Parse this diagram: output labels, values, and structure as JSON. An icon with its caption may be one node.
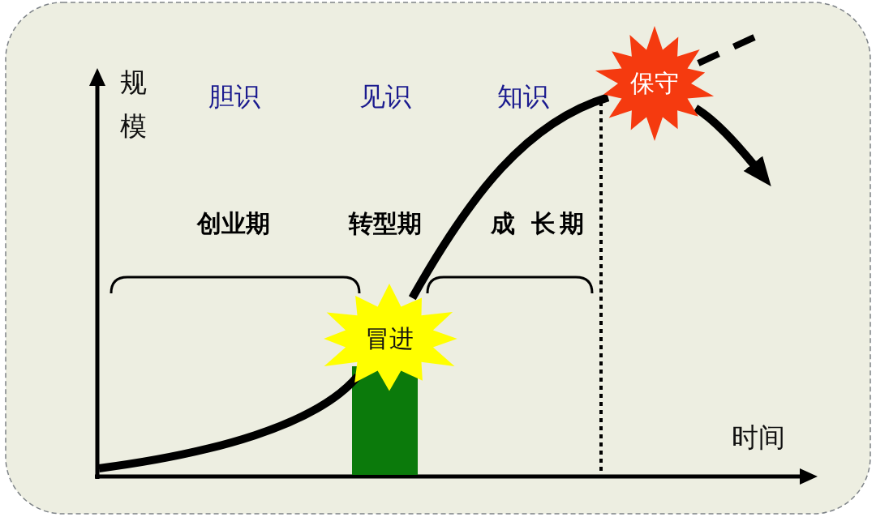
{
  "diagram": {
    "nodes": [
      {
        "text": [
          "冒进"
        ]
      },
      {
        "text": [
          "保守"
        ]
      }
    ],
    "edges": [
      {
        "from": null,
        "to": 0,
        "arrow": "none"
      },
      {
        "from": 0,
        "to": 1,
        "arrow": "none"
      },
      {
        "from": 1,
        "to": null,
        "arrow": "to"
      },
      {
        "from": 1,
        "to": null,
        "arrow": "none",
        "style": "dashed"
      }
    ],
    "labels": [
      "规模",
      "胆识",
      "见识",
      "知识",
      "创业期",
      "转型期",
      "成 长期",
      "时间"
    ]
  }
}
